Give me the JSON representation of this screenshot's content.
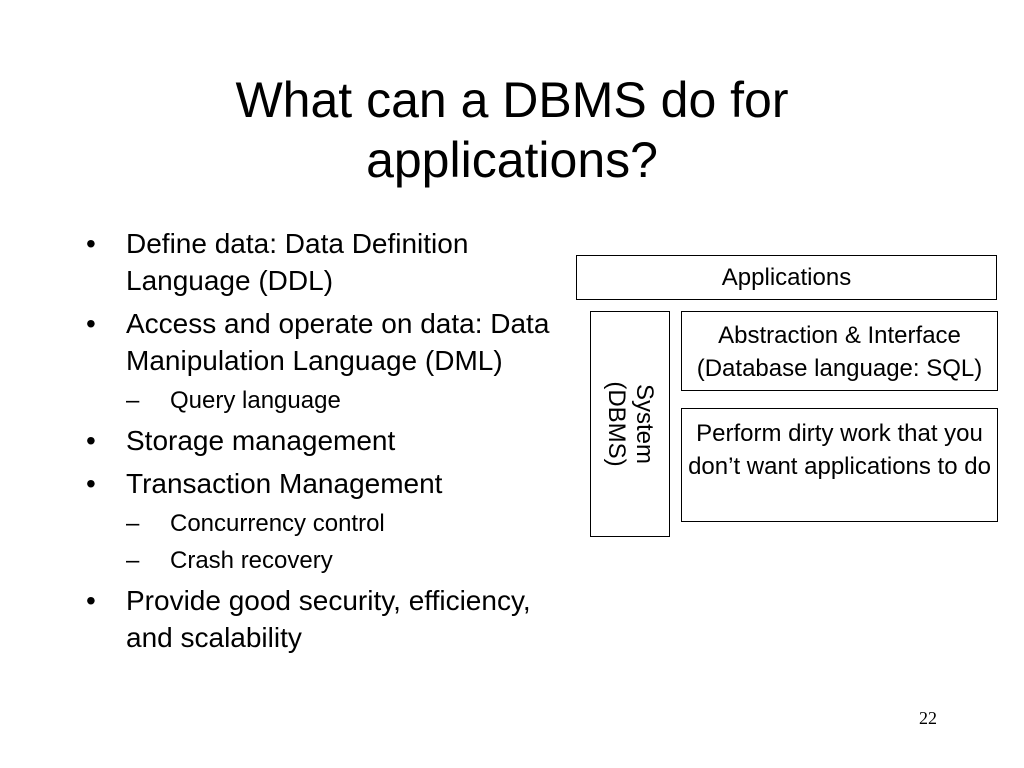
{
  "slide": {
    "title_lines": [
      "What can a DBMS do for",
      "applications?"
    ],
    "bullet_marker": "•",
    "sub_marker": "–",
    "bullets": {
      "b0": {
        "text": "Define data: Data Definition Language (DDL)"
      },
      "b1": {
        "text": "Access and operate on data: Data Manipulation Language (DML)",
        "sub": [
          "Query language"
        ]
      },
      "b2": {
        "text": "Storage management"
      },
      "b3": {
        "text": "Transaction Management",
        "sub": [
          "Concurrency control",
          "Crash recovery"
        ]
      },
      "b4": {
        "text": "Provide good security, efficiency, and scalability"
      }
    },
    "diagram": {
      "applications": "Applications",
      "dbms_lines": [
        "System",
        "(DBMS)"
      ],
      "abstraction": "Abstraction & Interface (Database language: SQL)",
      "dirty_work": "Perform dirty work that you don’t want applications to do"
    },
    "page_number": "22"
  }
}
